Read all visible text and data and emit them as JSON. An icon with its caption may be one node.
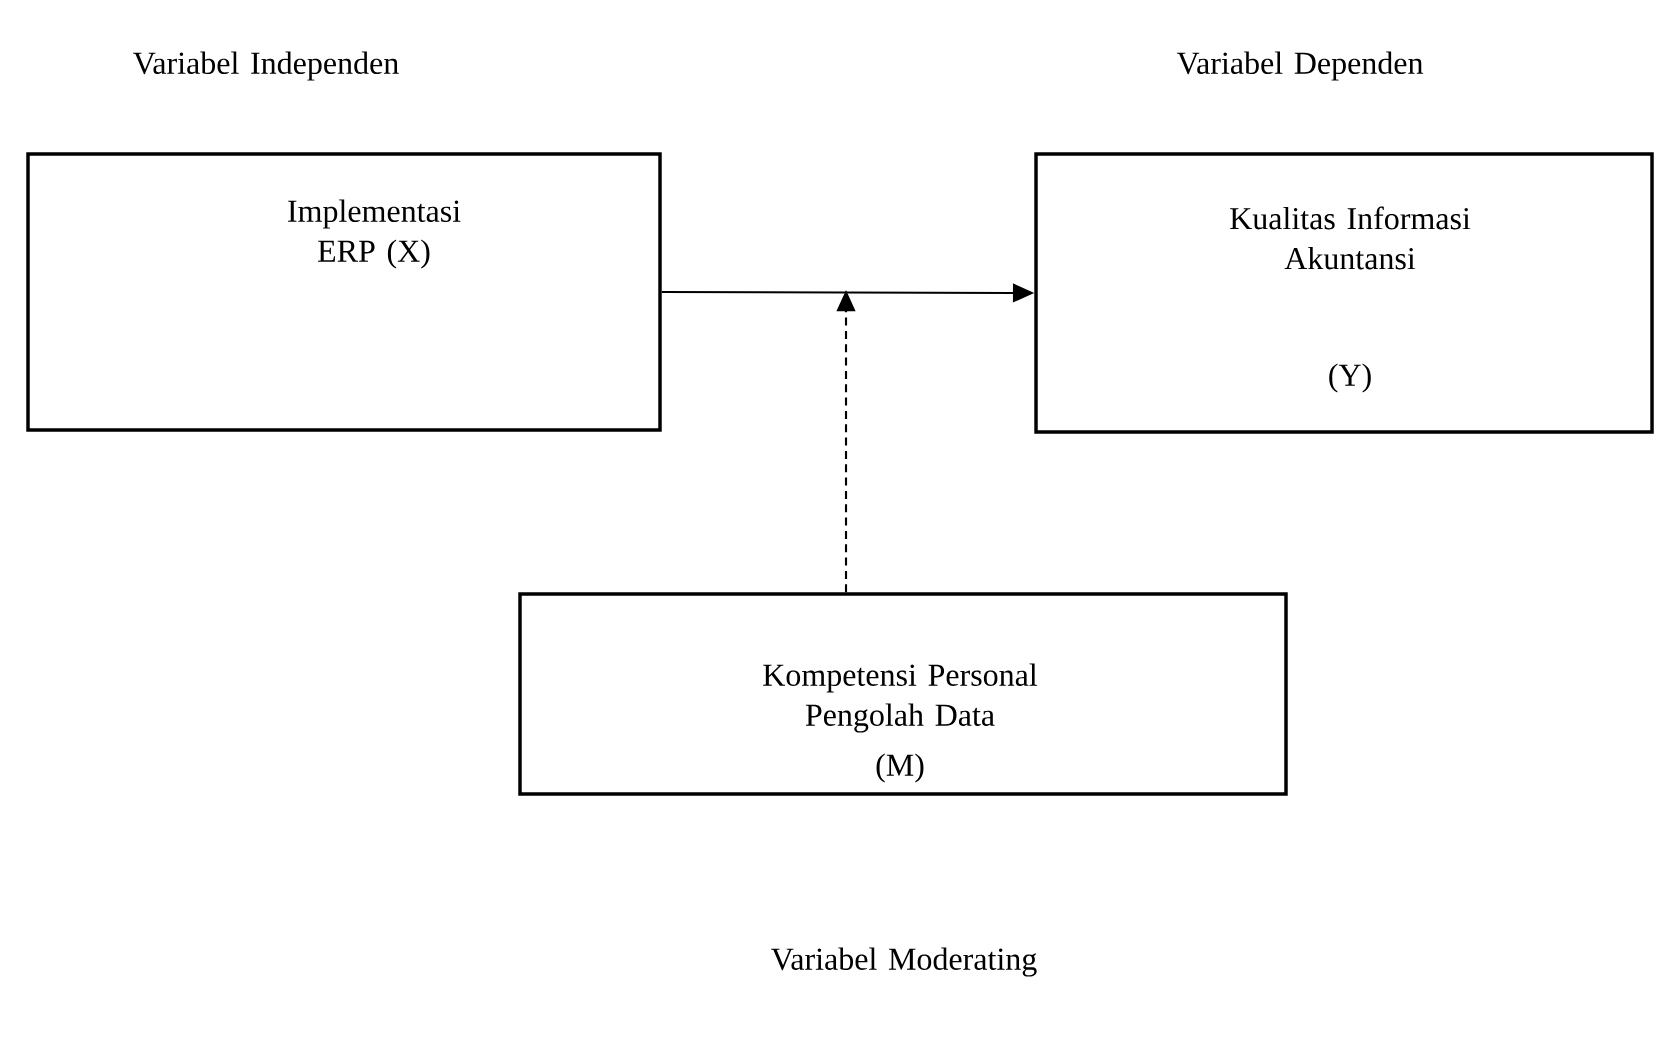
{
  "diagram": {
    "nodes": [
      {
        "text": [
          "Variabel Independen",
          "Implementasi ERP (X)"
        ]
      },
      {
        "text": [
          "Variabel Dependen",
          "Kualitas Informasi Akuntansi",
          "(Y)"
        ]
      },
      {
        "text": [
          "Kompetensi Personal Pengolah Data",
          "(M)",
          "Variabel Moderating"
        ]
      }
    ],
    "edges": [
      {
        "from": 0,
        "to": 1,
        "arrow": "to"
      },
      {
        "from": 2,
        "to": null,
        "arrow": "to",
        "style": "dashed"
      }
    ]
  }
}
